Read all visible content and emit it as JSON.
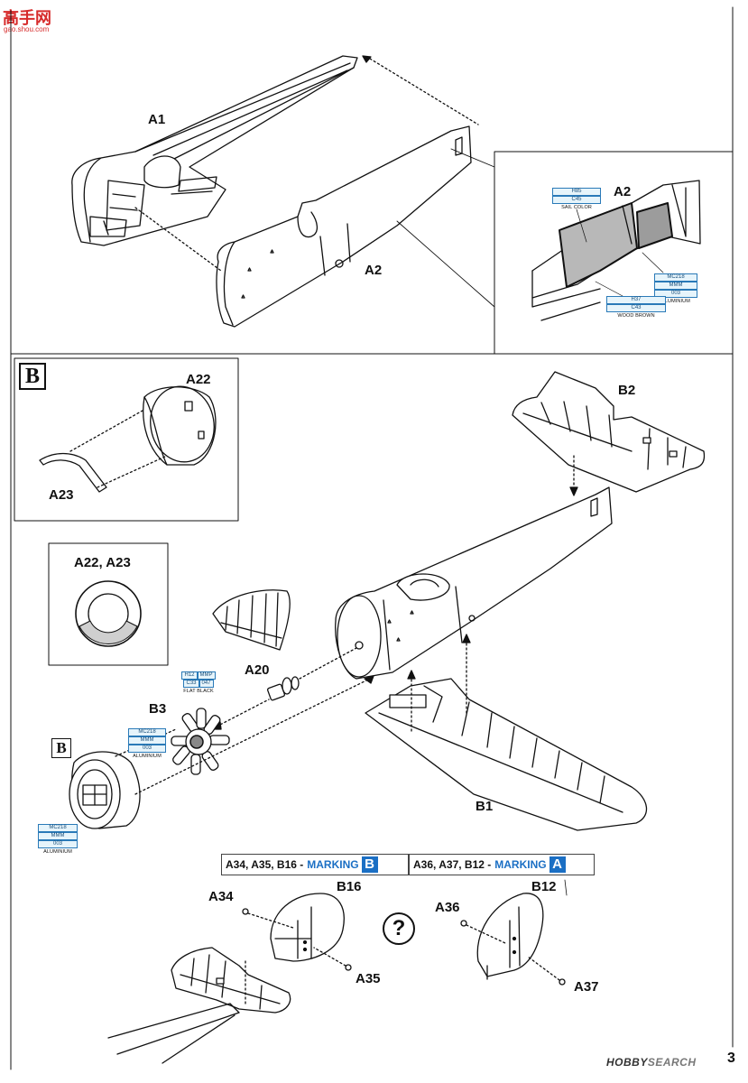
{
  "watermark": {
    "title": "高手网",
    "subtitle": "gao.shou.com"
  },
  "footer": {
    "brand_left": "HOBBY",
    "brand_right": "SEARCH",
    "page_number": "3"
  },
  "labels": {
    "a1": "A1",
    "a2_main": "A2",
    "a2_inset": "A2",
    "a22": "A22",
    "a23": "A23",
    "a22_a23": "A22, A23",
    "b2": "B2",
    "a20": "A20",
    "b3": "B3",
    "b1": "B1",
    "a34": "A34",
    "b16": "B16",
    "a35": "A35",
    "a36": "A36",
    "b12": "B12",
    "a37": "A37"
  },
  "section_letters": {
    "b_box": "B",
    "b_callout": "B"
  },
  "paints": {
    "sail": {
      "code1": "H85",
      "code2": "C45",
      "name": "SAIL COLOR"
    },
    "alu_inset": {
      "code1": "MC218",
      "code2": "MMM",
      "code3": "003",
      "name": "ALUMINIUM"
    },
    "wood": {
      "code1": "H37",
      "code2": "C43",
      "name": "WOOD BROWN"
    },
    "flat_black": {
      "code1": "H12",
      "code2": "MMP",
      "code3": "C33",
      "code4": "047",
      "name": "FLAT BLACK"
    },
    "alu_engine": {
      "code1": "MC218",
      "code2": "MMM",
      "code3": "003",
      "name": "ALUMINIUM"
    },
    "alu_cowl": {
      "code1": "MC218",
      "code2": "MMM",
      "code3": "003",
      "name": "ALUMINIUM"
    }
  },
  "markings": {
    "left": {
      "parts": "A34, A35, B16 -",
      "word": "MARKING",
      "letter": "B"
    },
    "right": {
      "parts": "A36, A37, B12 -",
      "word": "MARKING",
      "letter": "A"
    }
  },
  "unknown_symbol": "?",
  "colors": {
    "accent": "#1b6fc4",
    "chip_border": "#2a7ab8",
    "chip_fill": "#e6f4fb",
    "watermark": "#d62b2b"
  }
}
